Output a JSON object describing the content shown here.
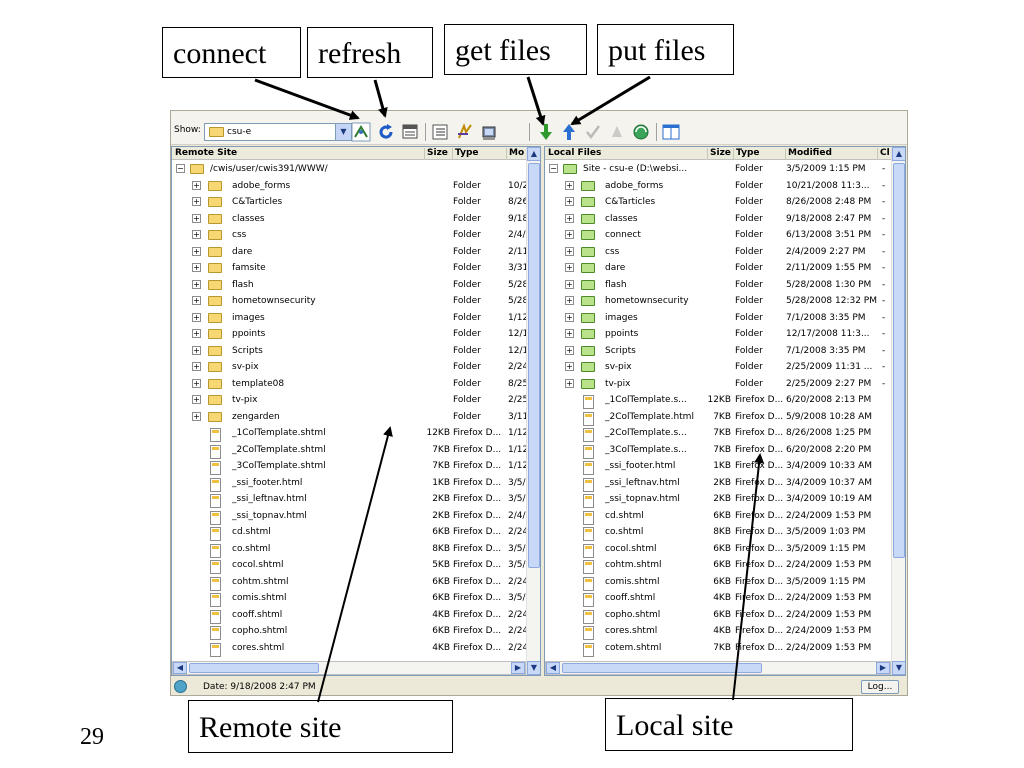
{
  "callouts": {
    "connect": "connect",
    "refresh": "refresh",
    "get_files": "get files",
    "put_files": "put files",
    "remote_site": "Remote site",
    "local_site": "Local site"
  },
  "slide_number": "29",
  "toolbar": {
    "show_label": "Show:",
    "site_selected": "csu-e"
  },
  "remote": {
    "headers": [
      "Remote Site",
      "Size",
      "Type",
      "Mo"
    ],
    "rows": [
      {
        "kind": "root",
        "name": "/cwis/user/cwis391/WWW/",
        "size": "",
        "type": "",
        "mod": ""
      },
      {
        "kind": "folder",
        "name": "adobe_forms",
        "size": "",
        "type": "Folder",
        "mod": "10/2"
      },
      {
        "kind": "folder",
        "name": "C&Tarticles",
        "size": "",
        "type": "Folder",
        "mod": "8/26"
      },
      {
        "kind": "folder",
        "name": "classes",
        "size": "",
        "type": "Folder",
        "mod": "9/18"
      },
      {
        "kind": "folder",
        "name": "css",
        "size": "",
        "type": "Folder",
        "mod": "2/4/"
      },
      {
        "kind": "folder",
        "name": "dare",
        "size": "",
        "type": "Folder",
        "mod": "2/11"
      },
      {
        "kind": "folder",
        "name": "famsite",
        "size": "",
        "type": "Folder",
        "mod": "3/31"
      },
      {
        "kind": "folder",
        "name": "flash",
        "size": "",
        "type": "Folder",
        "mod": "5/28"
      },
      {
        "kind": "folder",
        "name": "hometownsecurity",
        "size": "",
        "type": "Folder",
        "mod": "5/28"
      },
      {
        "kind": "folder",
        "name": "images",
        "size": "",
        "type": "Folder",
        "mod": "1/12"
      },
      {
        "kind": "folder",
        "name": "ppoints",
        "size": "",
        "type": "Folder",
        "mod": "12/1"
      },
      {
        "kind": "folder",
        "name": "Scripts",
        "size": "",
        "type": "Folder",
        "mod": "12/1"
      },
      {
        "kind": "folder",
        "name": "sv-pix",
        "size": "",
        "type": "Folder",
        "mod": "2/24"
      },
      {
        "kind": "folder",
        "name": "template08",
        "size": "",
        "type": "Folder",
        "mod": "8/25"
      },
      {
        "kind": "folder",
        "name": "tv-pix",
        "size": "",
        "type": "Folder",
        "mod": "2/25"
      },
      {
        "kind": "folder",
        "name": "zengarden",
        "size": "",
        "type": "Folder",
        "mod": "3/11"
      },
      {
        "kind": "file",
        "name": "_1ColTemplate.shtml",
        "size": "12KB",
        "type": "Firefox D...",
        "mod": "1/12"
      },
      {
        "kind": "file",
        "name": "_2ColTemplate.shtml",
        "size": "7KB",
        "type": "Firefox D...",
        "mod": "1/12"
      },
      {
        "kind": "file",
        "name": "_3ColTemplate.shtml",
        "size": "7KB",
        "type": "Firefox D...",
        "mod": "1/12"
      },
      {
        "kind": "file",
        "name": "_ssi_footer.html",
        "size": "1KB",
        "type": "Firefox D...",
        "mod": "3/5/"
      },
      {
        "kind": "file",
        "name": "_ssi_leftnav.html",
        "size": "2KB",
        "type": "Firefox D...",
        "mod": "3/5/"
      },
      {
        "kind": "file",
        "name": "_ssi_topnav.html",
        "size": "2KB",
        "type": "Firefox D...",
        "mod": "2/4/"
      },
      {
        "kind": "file",
        "name": "cd.shtml",
        "size": "6KB",
        "type": "Firefox D...",
        "mod": "2/24"
      },
      {
        "kind": "file",
        "name": "co.shtml",
        "size": "8KB",
        "type": "Firefox D...",
        "mod": "3/5/"
      },
      {
        "kind": "file",
        "name": "cocol.shtml",
        "size": "5KB",
        "type": "Firefox D...",
        "mod": "3/5/"
      },
      {
        "kind": "file",
        "name": "cohtm.shtml",
        "size": "6KB",
        "type": "Firefox D...",
        "mod": "2/24"
      },
      {
        "kind": "file",
        "name": "comis.shtml",
        "size": "6KB",
        "type": "Firefox D...",
        "mod": "3/5/"
      },
      {
        "kind": "file",
        "name": "cooff.shtml",
        "size": "4KB",
        "type": "Firefox D...",
        "mod": "2/24"
      },
      {
        "kind": "file",
        "name": "copho.shtml",
        "size": "6KB",
        "type": "Firefox D...",
        "mod": "2/24"
      },
      {
        "kind": "file",
        "name": "cores.shtml",
        "size": "4KB",
        "type": "Firefox D...",
        "mod": "2/24"
      }
    ]
  },
  "local": {
    "headers": [
      "Local Files",
      "Size",
      "Type",
      "Modified",
      "Cl"
    ],
    "rows": [
      {
        "kind": "root",
        "name": "Site - csu-e (D:\\websi...",
        "size": "",
        "type": "Folder",
        "mod": "3/5/2009 1:15 PM",
        "ck": "-"
      },
      {
        "kind": "folder",
        "name": "adobe_forms",
        "size": "",
        "type": "Folder",
        "mod": "10/21/2008 11:3...",
        "ck": "-"
      },
      {
        "kind": "folder",
        "name": "C&Tarticles",
        "size": "",
        "type": "Folder",
        "mod": "8/26/2008 2:48 PM",
        "ck": "-"
      },
      {
        "kind": "folder",
        "name": "classes",
        "size": "",
        "type": "Folder",
        "mod": "9/18/2008 2:47 PM",
        "ck": "-"
      },
      {
        "kind": "folder",
        "name": "connect",
        "size": "",
        "type": "Folder",
        "mod": "6/13/2008 3:51 PM",
        "ck": "-"
      },
      {
        "kind": "folder",
        "name": "css",
        "size": "",
        "type": "Folder",
        "mod": "2/4/2009 2:27 PM",
        "ck": "-"
      },
      {
        "kind": "folder",
        "name": "dare",
        "size": "",
        "type": "Folder",
        "mod": "2/11/2009 1:55 PM",
        "ck": "-"
      },
      {
        "kind": "folder",
        "name": "flash",
        "size": "",
        "type": "Folder",
        "mod": "5/28/2008 1:30 PM",
        "ck": "-"
      },
      {
        "kind": "folder",
        "name": "hometownsecurity",
        "size": "",
        "type": "Folder",
        "mod": "5/28/2008 12:32 PM",
        "ck": "-"
      },
      {
        "kind": "folder",
        "name": "images",
        "size": "",
        "type": "Folder",
        "mod": "7/1/2008 3:35 PM",
        "ck": "-"
      },
      {
        "kind": "folder",
        "name": "ppoints",
        "size": "",
        "type": "Folder",
        "mod": "12/17/2008 11:3...",
        "ck": "-"
      },
      {
        "kind": "folder",
        "name": "Scripts",
        "size": "",
        "type": "Folder",
        "mod": "7/1/2008 3:35 PM",
        "ck": "-"
      },
      {
        "kind": "folder",
        "name": "sv-pix",
        "size": "",
        "type": "Folder",
        "mod": "2/25/2009 11:31 ...",
        "ck": "-"
      },
      {
        "kind": "folder",
        "name": "tv-pix",
        "size": "",
        "type": "Folder",
        "mod": "2/25/2009 2:27 PM",
        "ck": "-"
      },
      {
        "kind": "file",
        "name": "_1ColTemplate.s...",
        "size": "12KB",
        "type": "Firefox D...",
        "mod": "6/20/2008 2:13 PM",
        "ck": ""
      },
      {
        "kind": "file",
        "name": "_2ColTemplate.html",
        "size": "7KB",
        "type": "Firefox D...",
        "mod": "5/9/2008 10:28 AM",
        "ck": ""
      },
      {
        "kind": "file",
        "name": "_2ColTemplate.s...",
        "size": "7KB",
        "type": "Firefox D...",
        "mod": "8/26/2008 1:25 PM",
        "ck": ""
      },
      {
        "kind": "file",
        "name": "_3ColTemplate.s...",
        "size": "7KB",
        "type": "Firefox D...",
        "mod": "6/20/2008 2:20 PM",
        "ck": ""
      },
      {
        "kind": "file",
        "name": "_ssi_footer.html",
        "size": "1KB",
        "type": "Firefox D...",
        "mod": "3/4/2009 10:33 AM",
        "ck": ""
      },
      {
        "kind": "file",
        "name": "_ssi_leftnav.html",
        "size": "2KB",
        "type": "Firefox D...",
        "mod": "3/4/2009 10:37 AM",
        "ck": ""
      },
      {
        "kind": "file",
        "name": "_ssi_topnav.html",
        "size": "2KB",
        "type": "Firefox D...",
        "mod": "3/4/2009 10:19 AM",
        "ck": ""
      },
      {
        "kind": "file",
        "name": "cd.shtml",
        "size": "6KB",
        "type": "Firefox D...",
        "mod": "2/24/2009 1:53 PM",
        "ck": ""
      },
      {
        "kind": "file",
        "name": "co.shtml",
        "size": "8KB",
        "type": "Firefox D...",
        "mod": "3/5/2009 1:03 PM",
        "ck": ""
      },
      {
        "kind": "file",
        "name": "cocol.shtml",
        "size": "6KB",
        "type": "Firefox D...",
        "mod": "3/5/2009 1:15 PM",
        "ck": ""
      },
      {
        "kind": "file",
        "name": "cohtm.shtml",
        "size": "6KB",
        "type": "Firefox D...",
        "mod": "2/24/2009 1:53 PM",
        "ck": ""
      },
      {
        "kind": "file",
        "name": "comis.shtml",
        "size": "6KB",
        "type": "Firefox D...",
        "mod": "3/5/2009 1:15 PM",
        "ck": ""
      },
      {
        "kind": "file",
        "name": "cooff.shtml",
        "size": "4KB",
        "type": "Firefox D...",
        "mod": "2/24/2009 1:53 PM",
        "ck": ""
      },
      {
        "kind": "file",
        "name": "copho.shtml",
        "size": "6KB",
        "type": "Firefox D...",
        "mod": "2/24/2009 1:53 PM",
        "ck": ""
      },
      {
        "kind": "file",
        "name": "cores.shtml",
        "size": "4KB",
        "type": "Firefox D...",
        "mod": "2/24/2009 1:53 PM",
        "ck": ""
      },
      {
        "kind": "file",
        "name": "cotem.shtml",
        "size": "7KB",
        "type": "Firefox D...",
        "mod": "2/24/2009 1:53 PM",
        "ck": ""
      }
    ]
  },
  "status": {
    "text": "Date: 9/18/2008 2:47 PM",
    "log_button": "Log..."
  }
}
